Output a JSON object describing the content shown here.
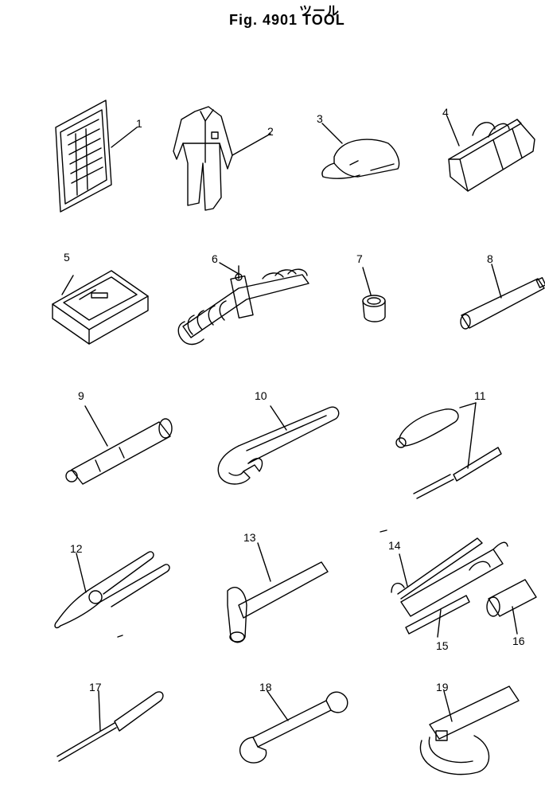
{
  "header": {
    "subtitle": "ツール",
    "title": "Fig. 4901 TOOL"
  },
  "callouts": [
    "1",
    "2",
    "3",
    "4",
    "5",
    "6",
    "7",
    "8",
    "9",
    "10",
    "11",
    "12",
    "13",
    "14",
    "15",
    "16",
    "17",
    "18",
    "19"
  ]
}
